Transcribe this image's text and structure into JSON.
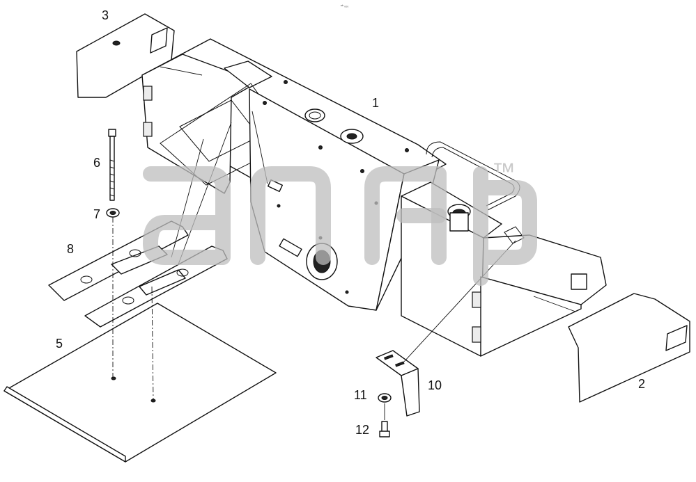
{
  "diagram": {
    "header_code": "ᵉᵇ ₀₀₀",
    "watermark_mark": "™",
    "callouts": [
      {
        "id": "1",
        "text": "1"
      },
      {
        "id": "2",
        "text": "2"
      },
      {
        "id": "3",
        "text": "3"
      },
      {
        "id": "5",
        "text": "5"
      },
      {
        "id": "6",
        "text": "6"
      },
      {
        "id": "7",
        "text": "7"
      },
      {
        "id": "8",
        "text": "8"
      },
      {
        "id": "10",
        "text": "10"
      },
      {
        "id": "11",
        "text": "11"
      },
      {
        "id": "12",
        "text": "12"
      }
    ]
  }
}
